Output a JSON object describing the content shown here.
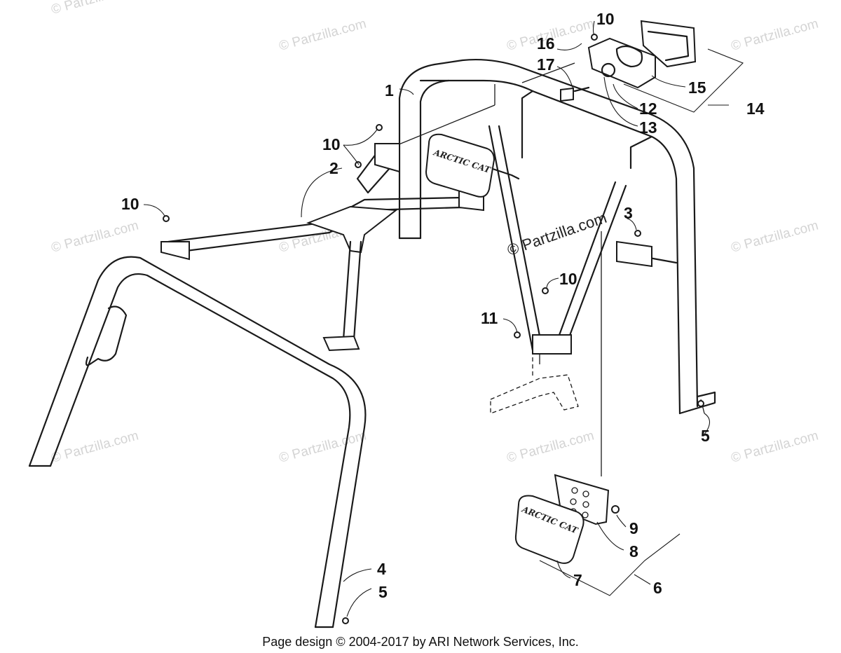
{
  "watermark": "© Partzilla.com",
  "center_watermark": "© Partzilla.com",
  "brand_text": "ARCTIC CAT",
  "credit": "Page design © 2004-2017 by ARI Network Services, Inc.",
  "callouts": {
    "c1": "1",
    "c2": "2",
    "c3": "3",
    "c4": "4",
    "c5a": "5",
    "c5b": "5",
    "c6": "6",
    "c7": "7",
    "c8": "8",
    "c9": "9",
    "c10a": "10",
    "c10b": "10",
    "c10c": "10",
    "c10d": "10",
    "c11": "11",
    "c12": "12",
    "c13": "13",
    "c14": "14",
    "c15": "15",
    "c16": "16",
    "c17": "17"
  }
}
